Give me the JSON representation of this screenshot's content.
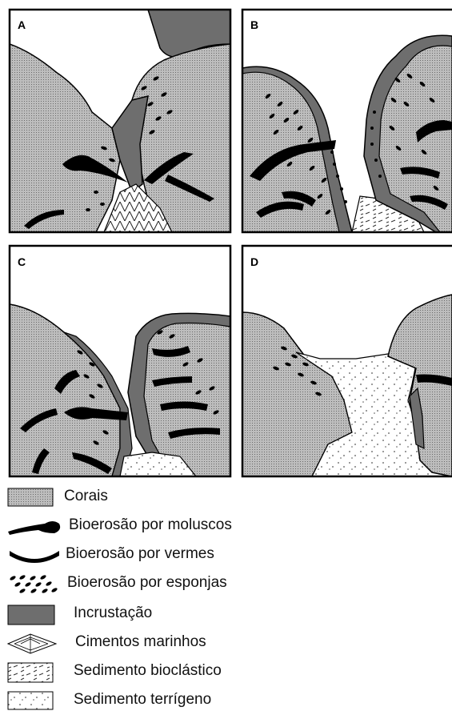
{
  "panels": [
    {
      "id": "A",
      "label": "A"
    },
    {
      "id": "B",
      "label": "B"
    },
    {
      "id": "C",
      "label": "C"
    },
    {
      "id": "D",
      "label": "D"
    }
  ],
  "legend": {
    "corals": "Corais",
    "molluscs": "Bioerosão por moluscos",
    "worms": "Bioerosão por vermes",
    "sponges": "Bioerosão por esponjas",
    "encrustation": "Incrustação",
    "marine_cements": "Cimentos marinhos",
    "bioclastic_sediment": "Sedimento bioclástico",
    "terrigenous_sediment": "Sedimento terrígeno"
  },
  "colors": {
    "coral_fill": "#b9b9b9",
    "encrustation": "#6e6e6e",
    "bioerosion": "#000000",
    "border": "#000000"
  }
}
